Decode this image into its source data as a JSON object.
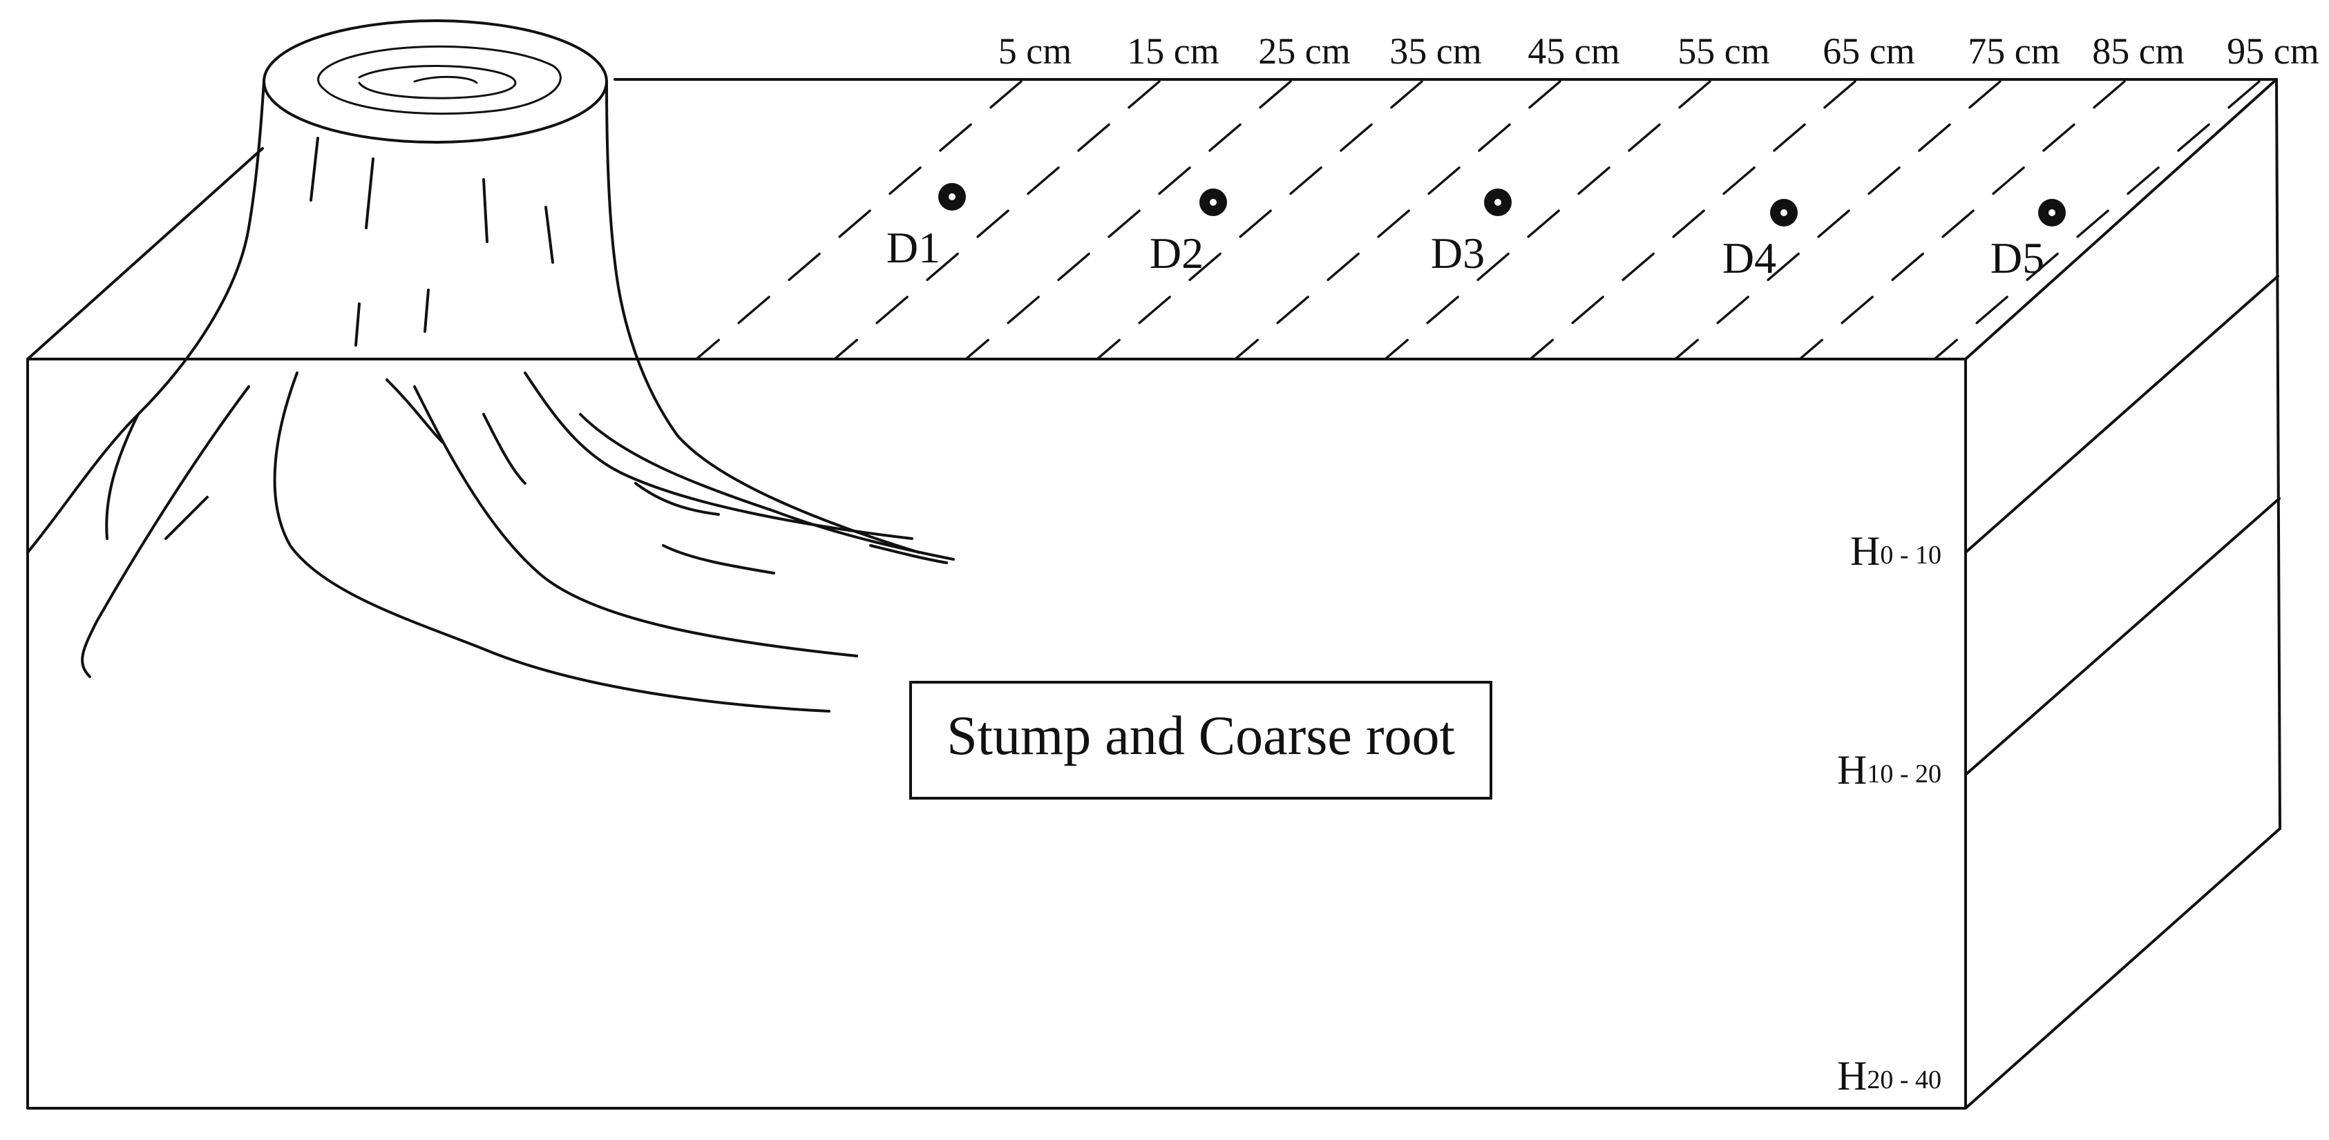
{
  "diagram": {
    "distance_labels": [
      "5 cm",
      "15 cm",
      "25 cm",
      "35 cm",
      "45 cm",
      "55 cm",
      "65 cm",
      "75 cm",
      "85 cm",
      "95 cm"
    ],
    "sampling_points": [
      "D1",
      "D2",
      "D3",
      "D4",
      "D5"
    ],
    "depth_layers": [
      {
        "base": "H",
        "range": "0 - 10"
      },
      {
        "base": "H",
        "range": "10 - 20"
      },
      {
        "base": "H",
        "range": "20 - 40"
      }
    ],
    "center_label": "Stump and Coarse root"
  }
}
